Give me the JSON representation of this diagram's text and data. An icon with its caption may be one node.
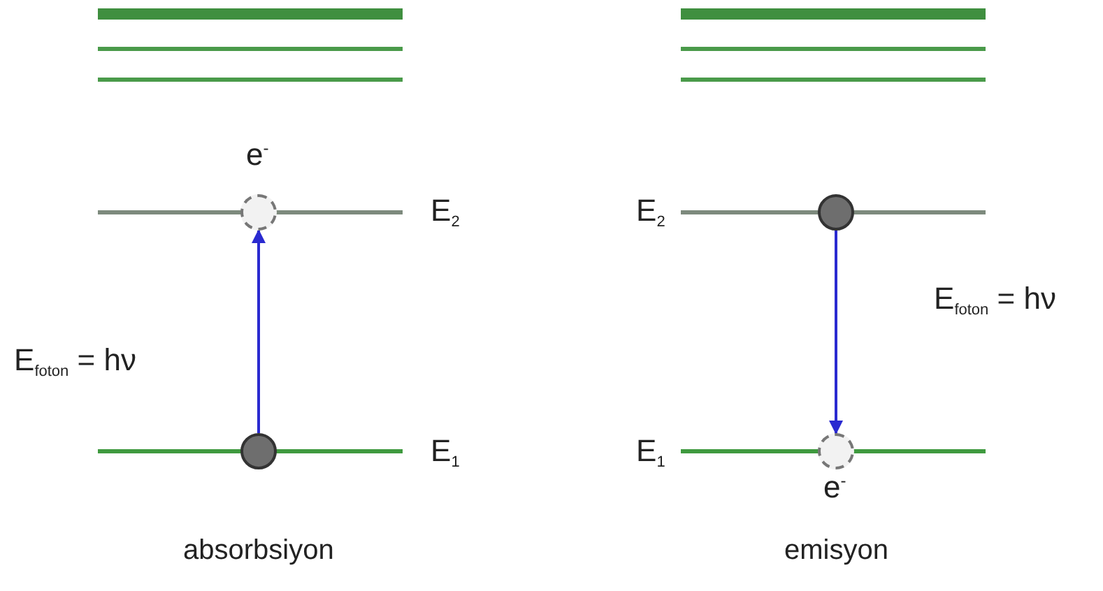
{
  "diagram": {
    "nodes": [
      {
        "text": [],
        "shape": "circle",
        "beside": [
          "e$^{-}$"
        ]
      },
      {
        "text": [],
        "shape": "circle"
      },
      {
        "text": [],
        "shape": "circle"
      },
      {
        "text": [],
        "shape": "circle",
        "beside": [
          "e$^{-}$"
        ]
      }
    ],
    "edges": [
      {
        "from": 1,
        "to": 0,
        "arrow": "to"
      },
      {
        "from": 2,
        "to": 3,
        "arrow": "to"
      }
    ],
    "labels": [
      "E$_{2}$",
      "E$_{foton}$ = hν",
      "E$_{1}$",
      "absorbsiyon",
      "E$_{2}$",
      "E$_{foton}$ = hν",
      "E$_{1}$",
      "emisyon"
    ]
  }
}
